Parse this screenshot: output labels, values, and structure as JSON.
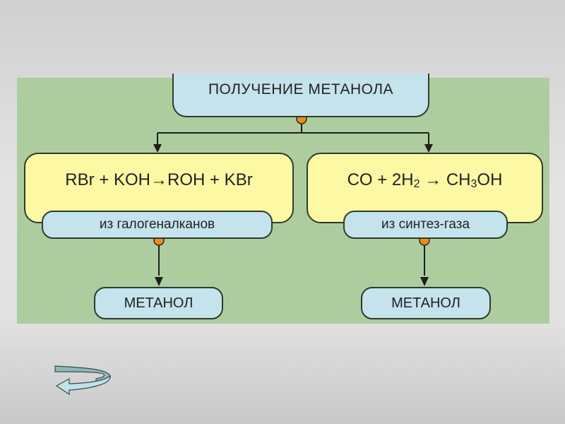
{
  "diagram": {
    "title": "ПОЛУЧЕНИЕ МЕТАНОЛА",
    "branches": [
      {
        "equation": {
          "parts": [
            "RBr + KOH ",
            "→",
            "ROH + KBr"
          ]
        },
        "source_label": "из галогеналканов",
        "result": "МЕТАНОЛ"
      },
      {
        "equation": {
          "lhs_a": "CO + 2H",
          "lhs_sub": "2",
          "arrow": "→",
          "rhs_a": "CH",
          "rhs_sub": "3",
          "rhs_b": "OH"
        },
        "source_label": "из синтез-газа",
        "result": "МЕТАНОЛ"
      }
    ],
    "colors": {
      "panel": "#adcd9f",
      "box_blue": "#c4e3ec",
      "box_yellow": "#fdf8a4",
      "node_orange": "#f08a1c",
      "line": "#1e1e1e"
    }
  },
  "navigation": {
    "back_icon": "curved-return-arrow-icon"
  }
}
